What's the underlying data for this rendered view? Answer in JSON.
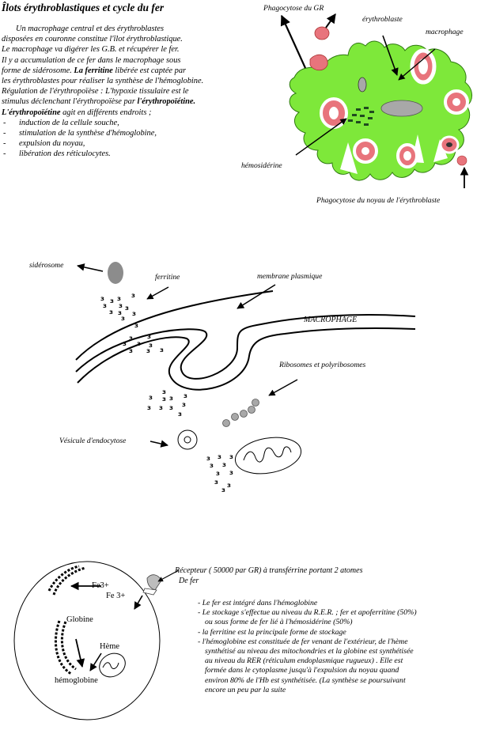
{
  "title": "Îlots érythroblastiques et cycle du fer",
  "intro": {
    "lines": [
      "Un macrophage central et des érythroblastes",
      "disposées en couronne constitue l'îlot érythroblastique.",
      "Le macrophage va digérer les G.B. et récupérer le fer.",
      "Il y a accumulation de ce fer dans le macrophage sous"
    ],
    "line5_pre": "forme de  sidérosome. ",
    "line5_bold": "La ferritine",
    "line5_post": " libérée est captée par",
    "line6": "les érythroblastes pour réaliser la synthèse de l'hémoglobine.",
    "line7": "Régulation de l'érythropoïèse : L'hypoxie tissulaire est le",
    "line8_pre": "stimulus déclenchant l'érythropoïèse par ",
    "line8_bold": "l'érythropoïétine.",
    "line9_bold": "L'érythropoïétine",
    "line9_post": " agit en différents endroits ;",
    "list": [
      "induction de la cellule souche,",
      "stimulation de la synthèse d'hémoglobine,",
      "expulsion du noyau,",
      "libération des réticulocytes."
    ]
  },
  "diagram1": {
    "labels": {
      "phagocytose_gr": "Phagocytose du GR",
      "erythroblaste": "érythroblaste",
      "macrophage": "macrophage",
      "hemosiderine": "hémosidérine",
      "phagocytose_noyau": "Phagocytose du noyau de l'érythroblaste"
    },
    "colors": {
      "macrophage": "#7ee83a",
      "erythroblast": "#e8747c",
      "nucleus": "#a8a8a8"
    }
  },
  "diagram2": {
    "labels": {
      "siderosome": "sidérosome",
      "ferritine": "ferritine",
      "membrane": "membrane plasmique",
      "macrophage": "MACROPHAGE",
      "ribosomes": "Ribosomes et polyribosomes",
      "vesicule": "Vésicule d'endocytose"
    },
    "colors": {
      "siderosome": "#8c8c8c",
      "ribosome": "#a8a8a8"
    }
  },
  "diagram3": {
    "labels": {
      "fe3_a": "Fe3+",
      "fe3_b": "Fe 3+",
      "globine": "Globine",
      "heme": "Hème",
      "hemoglobine": "hémoglobine"
    },
    "receptor_line1": "Récepteur ( 50000 par GR) à transférrine portant 2 atomes",
    "receptor_line2": "De fer",
    "notes": [
      "- Le fer est intégré dans l'hémoglobine",
      "- Le stockage s'effectue au niveau du R.E.R. ; fer et apoferritine (50%)",
      "ou sous forme de fer lié à l'hémosidérine (50%)",
      "- la ferritine est la principale forme de stockage",
      "- l'hémoglobine est constituée de fer venant de l'extérieur, de l'hème",
      "synthétisé au niveau des mitochondries et la globine est synthétisée",
      "au niveau du RER (réticulum endoplasmique rugueux) . Elle est",
      "formée dans le cytoplasme jusqu'à l'expulsion du noyau quand",
      "environ 80% de l'Hb est synthétisée. (La synthèse se poursuivant",
      "encore un peu par la suite"
    ]
  }
}
